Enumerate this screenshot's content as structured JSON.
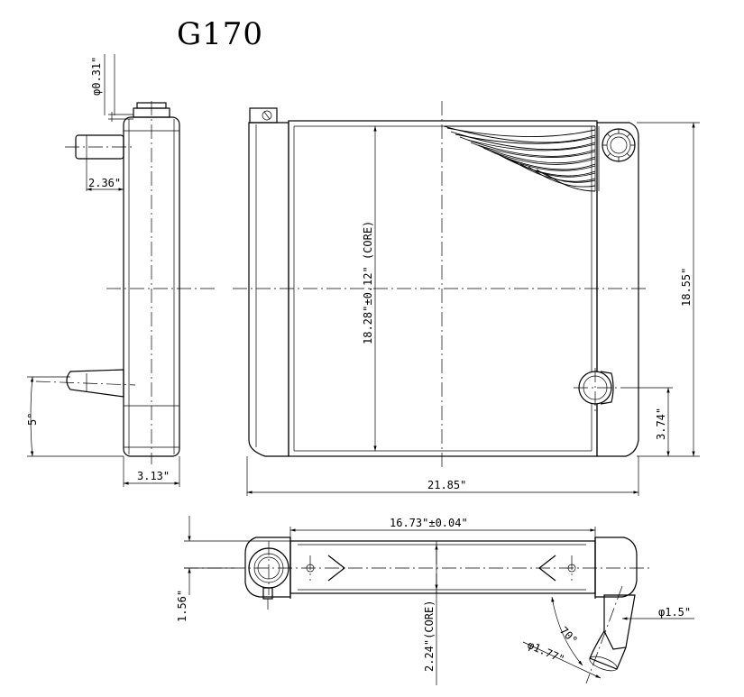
{
  "title": "G170",
  "dimensions": {
    "cap_diameter": "φ0.31\"",
    "inlet_offset": "2.36\"",
    "angle_side": "5°",
    "side_width": "3.13\"",
    "core_height": "18.28\"±0.12\" (CORE)",
    "overall_height": "18.55\"",
    "outlet_height": "3.74\"",
    "overall_width": "21.85\"",
    "core_width": "16.73\"±0.04\"",
    "bottom_offset": "1.56\"",
    "core_depth": "2.24\"(CORE)",
    "outlet_diameter": "φ1.5\"",
    "angle_outlet": "70°",
    "hose_diameter": "φ1.77\""
  }
}
